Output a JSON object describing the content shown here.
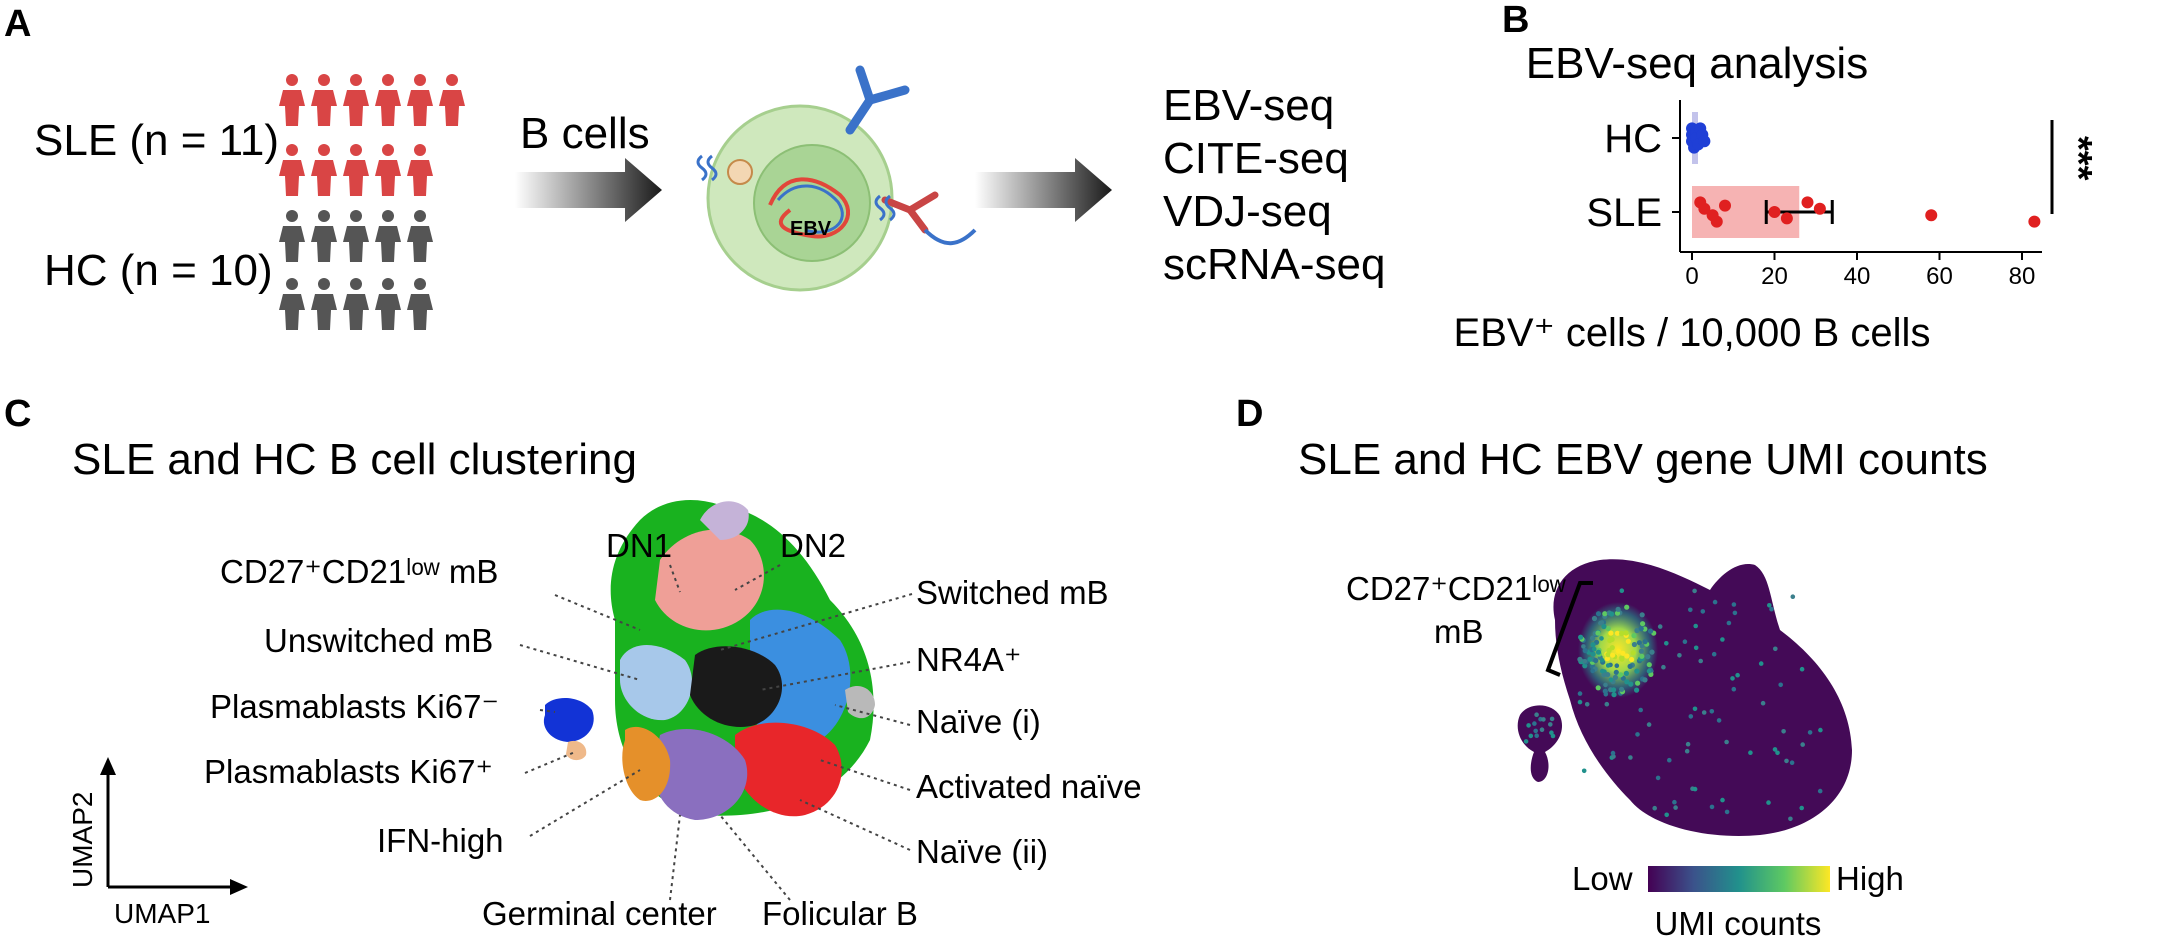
{
  "panels": {
    "a": {
      "letter": "A",
      "sle_group": "SLE (n = 11)",
      "hc_group": "HC (n = 10)",
      "sle_count": 11,
      "hc_count": 10,
      "arrow_label": "B cells",
      "cell_label": "EBV",
      "methods": [
        "EBV-seq",
        "CITE-seq",
        "VDJ-seq",
        "scRNA-seq"
      ],
      "colors": {
        "sle": "#d94545",
        "hc": "#555555",
        "cell": "#cfe8bd",
        "nucleus": "#a9d495"
      }
    },
    "b": {
      "letter": "B",
      "title": "EBV-seq analysis",
      "xlabel": "EBV⁺ cells / 10,000 B cells",
      "significance": "***"
    },
    "c": {
      "letter": "C",
      "title": "SLE and HC B cell clustering",
      "axis_x": "UMAP1",
      "axis_y": "UMAP2",
      "clusters": {
        "cd27_cd21low_mb": "CD27⁺CD21ˡᵒʷ mB",
        "dn1": "DN1",
        "dn2": "DN2",
        "switched_mb": "Switched mB",
        "unswitched_mb": "Unswitched mB",
        "nr4a": "NR4A⁺",
        "plasmablasts_neg": "Plasmablasts Ki67⁻",
        "naive_i": "Naïve (i)",
        "plasmablasts_pos": "Plasmablasts Ki67⁺",
        "activated_naive": "Activated naïve",
        "ifn_high": "IFN-high",
        "naive_ii": "Naïve (ii)",
        "germinal_center": "Germinal center",
        "follicular_b": "Folicular B"
      },
      "cluster_colors": {
        "green": "#19b21f",
        "pink": "#ef9f97",
        "blue": "#3b8fe0",
        "black": "#1a1a1a",
        "red": "#e8262a",
        "purple": "#8a6fbf",
        "orange": "#e5902a",
        "lightblue": "#a7c8ea",
        "navy": "#1233d6",
        "lavender": "#c5b3d8",
        "gray": "#b9b9b9"
      }
    },
    "d": {
      "letter": "D",
      "title": "SLE and HC EBV gene UMI counts",
      "bracket_label_line1": "CD27⁺CD21ˡᵒʷ",
      "bracket_label_line2": "mB",
      "legend_low": "Low",
      "legend_high": "High",
      "legend_title": "UMI counts",
      "colors": {
        "base": "#440a57",
        "low": "#440154",
        "mid": "#21918c",
        "high": "#fde725"
      }
    }
  },
  "chart_data": {
    "type": "scatter",
    "title": "EBV-seq analysis",
    "xlabel": "EBV⁺ cells / 10,000 B cells",
    "ylabel": "",
    "categories": [
      "HC",
      "SLE"
    ],
    "xlim": [
      -3,
      88
    ],
    "x_ticks": [
      0,
      20,
      40,
      60,
      80
    ],
    "series": [
      {
        "name": "HC",
        "color": "#1f3fd6",
        "bar_color": "#b9b9e8",
        "mean": 0.5,
        "sem": 0.2,
        "values": [
          0,
          0,
          0,
          0.5,
          1,
          1,
          1.5,
          2,
          2.5,
          3
        ]
      },
      {
        "name": "SLE",
        "color": "#e02020",
        "bar_color": "#f4a6a6",
        "mean": 26,
        "sem": 8,
        "values": [
          2,
          3,
          5,
          6,
          8,
          20,
          23,
          28,
          31,
          58,
          83
        ]
      }
    ],
    "significance": "***"
  }
}
